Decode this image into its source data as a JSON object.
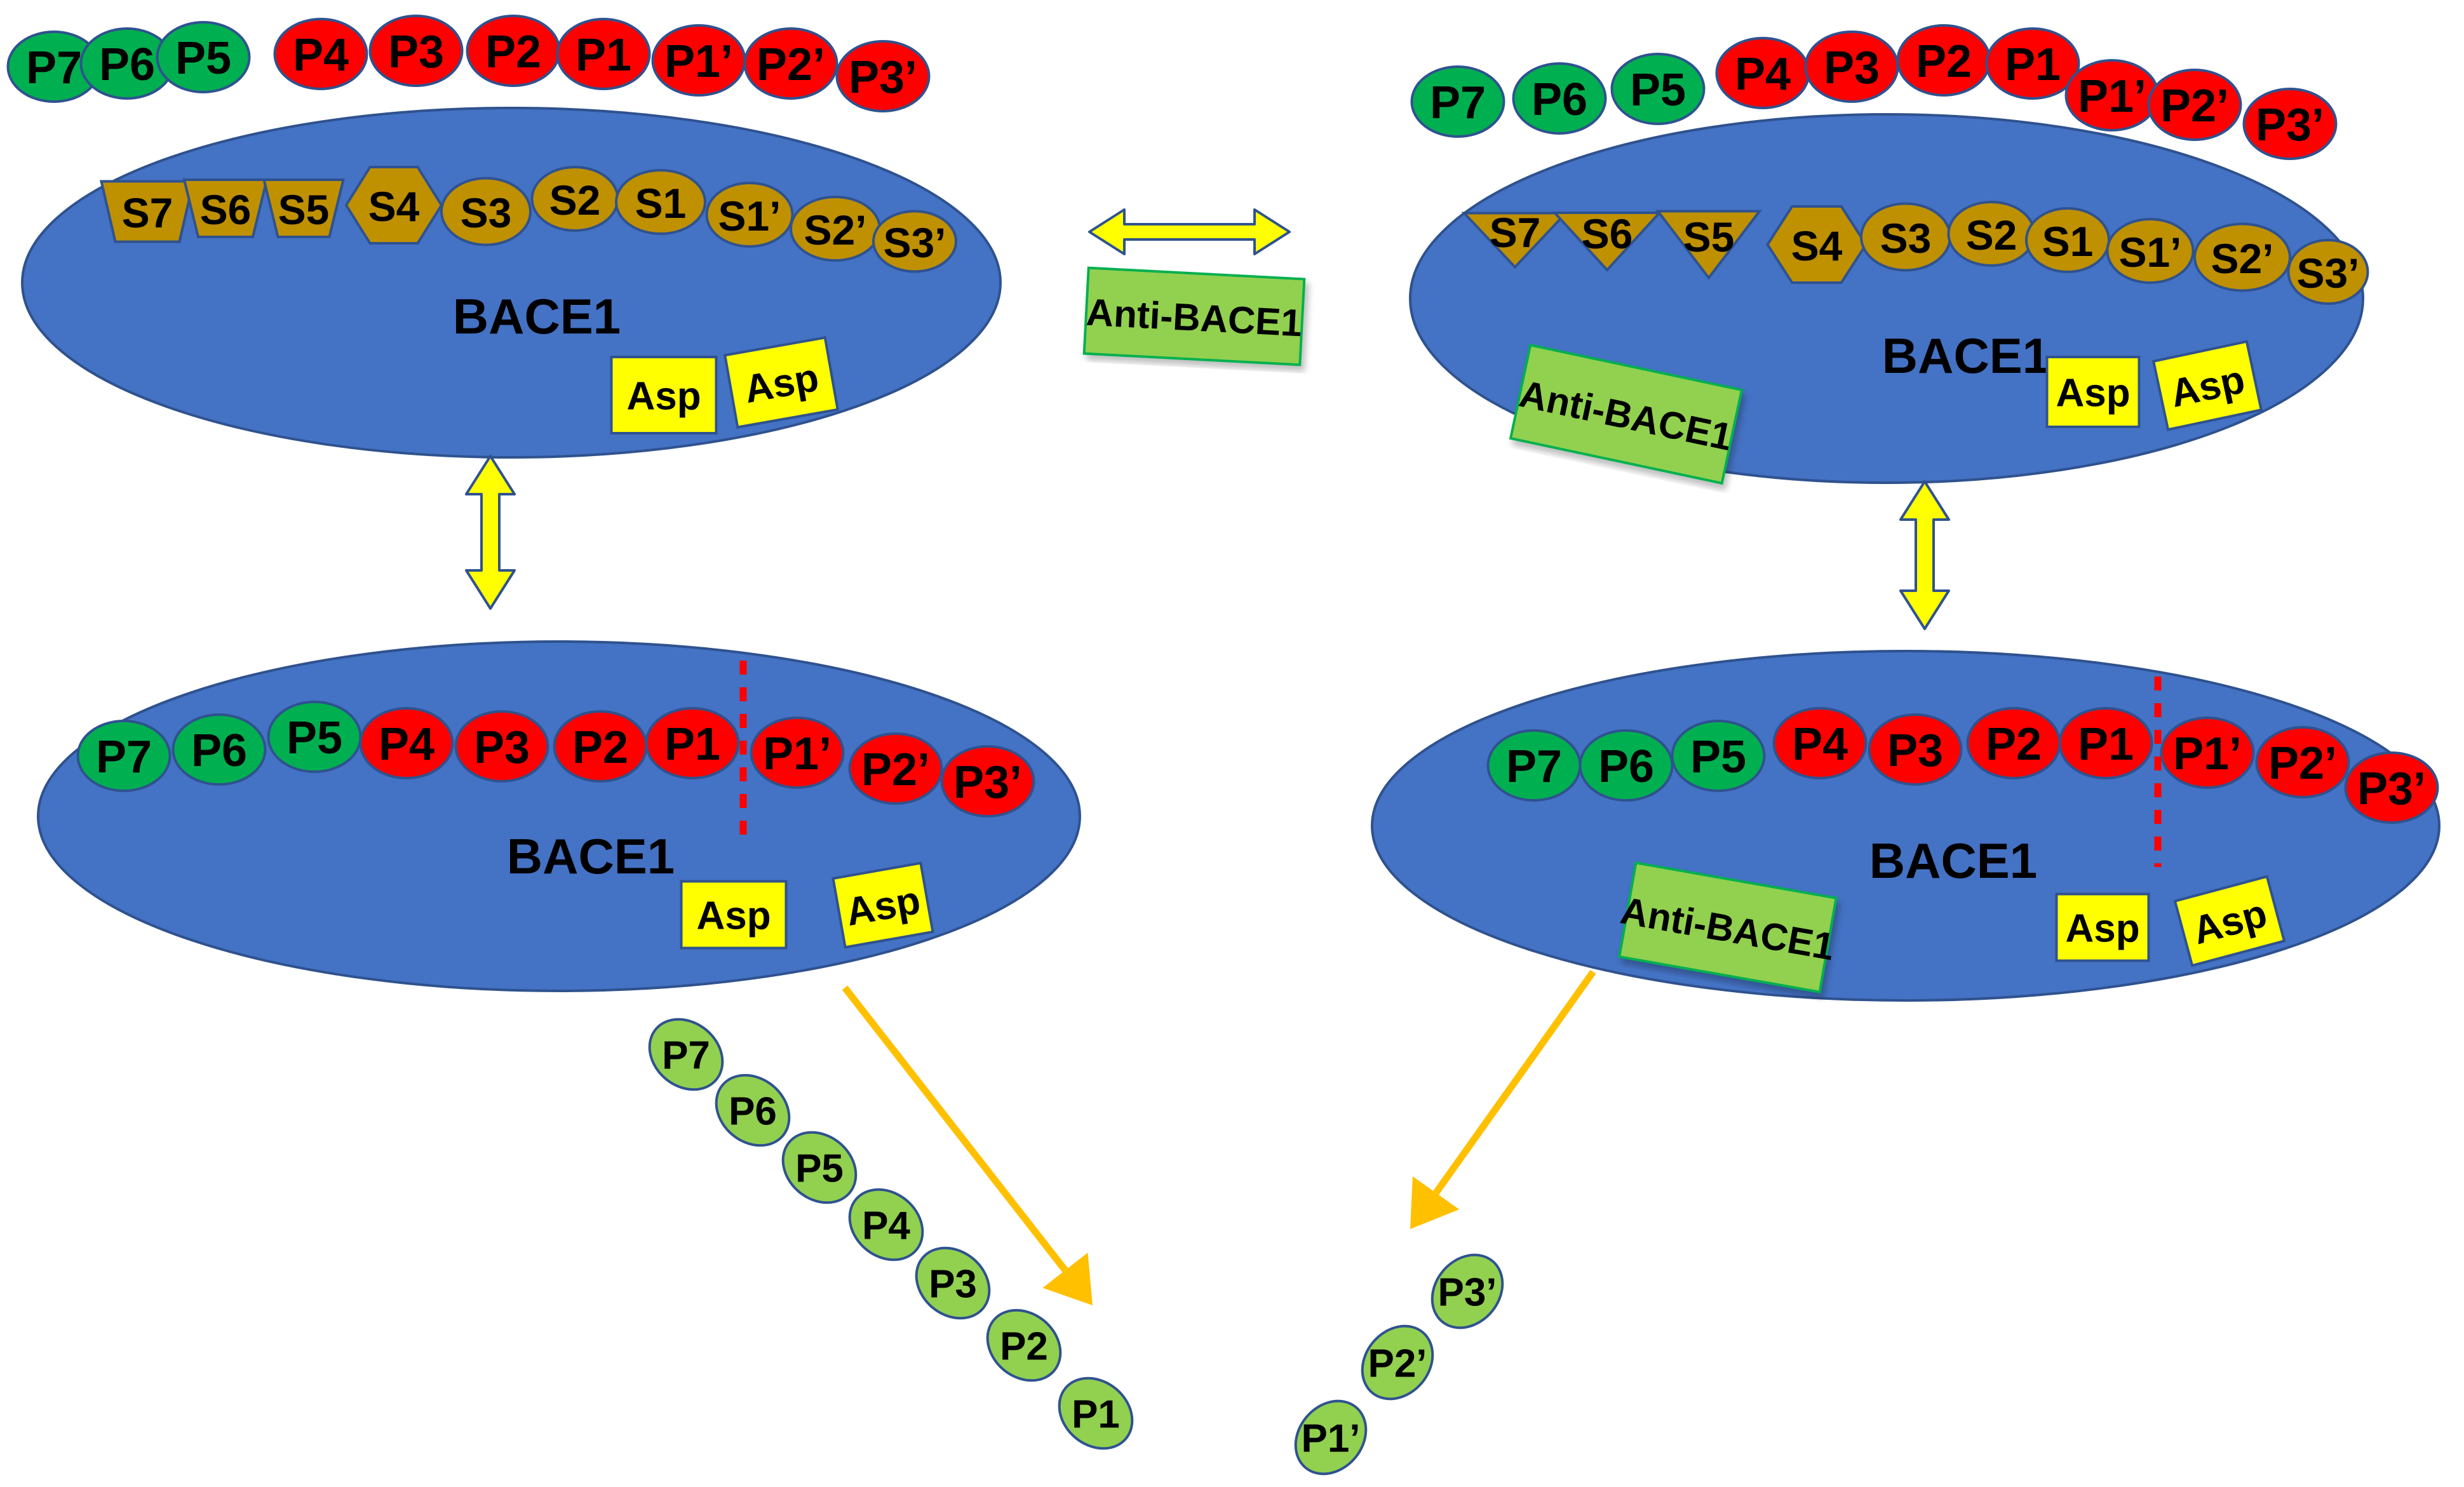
{
  "colors": {
    "enzyme_fill": "#4472C4",
    "enzyme_stroke": "#2F528F",
    "residue_green": "#00B050",
    "residue_red": "#FF0000",
    "pocket_gold": "#BF9000",
    "product_green": "#92D050",
    "asp_yellow": "#FFFF00",
    "double_arrow_yellow": "#FFFF00",
    "cleavage_arrow_orange": "#FFC000",
    "cleavage_line_red": "#FF0000",
    "outline_blue": "#2F528F",
    "text_black": "#000000"
  },
  "enzyme_label": "BACE1",
  "inhibitor_label": "Anti-BACE1",
  "asp_label": "Asp",
  "pockets": [
    "S7",
    "S6",
    "S5",
    "S4",
    "S3",
    "S2",
    "S1",
    "S1’",
    "S2’",
    "S3’"
  ],
  "residues": [
    "P7",
    "P6",
    "P5",
    "P4",
    "P3",
    "P2",
    "P1",
    "P1’",
    "P2’",
    "P3’"
  ],
  "product_n_terminal": [
    "P7",
    "P6",
    "P5",
    "P4",
    "P3",
    "P2",
    "P1"
  ],
  "product_c_terminal": [
    "P3’",
    "P2’",
    "P1’"
  ]
}
